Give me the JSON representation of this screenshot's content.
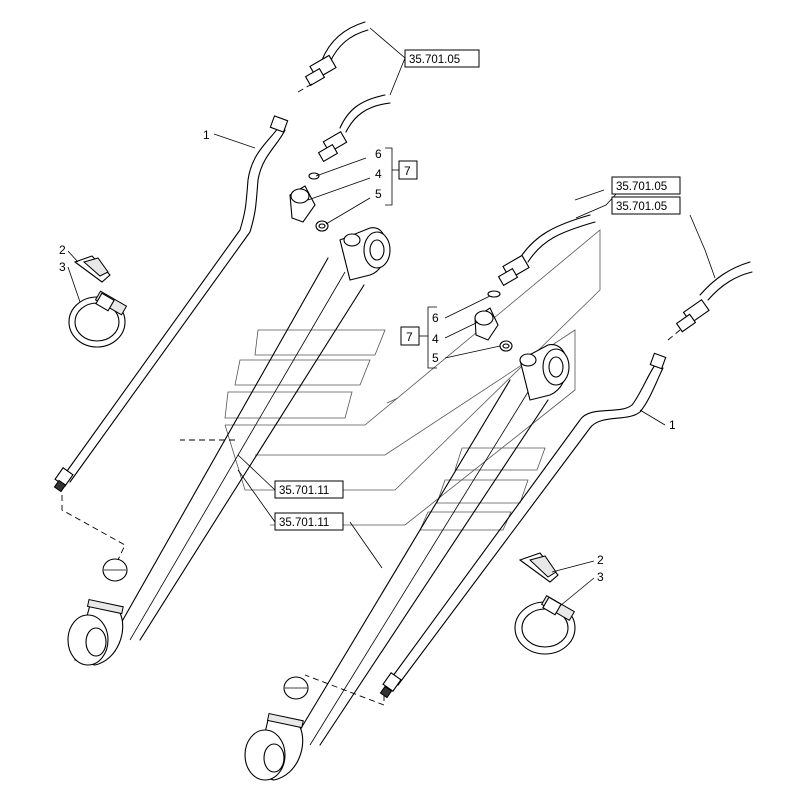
{
  "labels": {
    "part_1": "1",
    "part_2": "2",
    "part_3": "3",
    "part_4": "4",
    "part_5": "5",
    "part_6": "6",
    "part_7": "7"
  },
  "refs": {
    "hose_ref": "35.701.05",
    "cylinder_ref": "35.701.11"
  }
}
